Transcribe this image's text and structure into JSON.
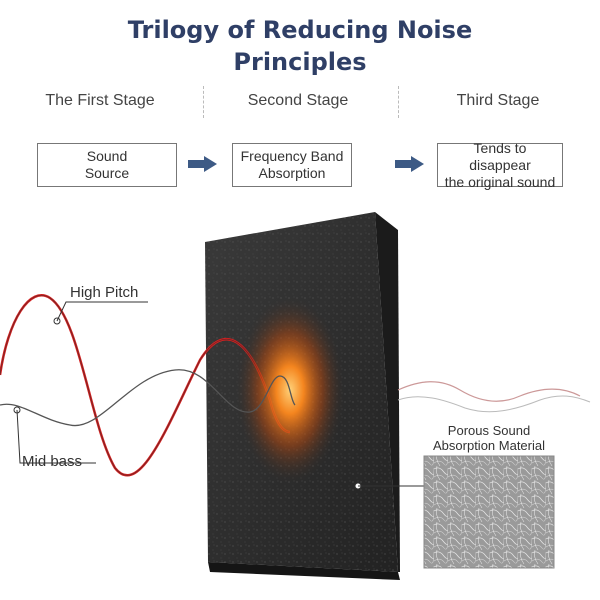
{
  "title": {
    "line1": "Trilogy of Reducing Noise",
    "line2": "Principles"
  },
  "stages": [
    {
      "heading": "The First Stage",
      "box_line1": "Sound",
      "box_line2": "Source"
    },
    {
      "heading": "Second Stage",
      "box_line1": "Frequency Band",
      "box_line2": "Absorption"
    },
    {
      "heading": "Third Stage",
      "box_line1": "Tends to disappear",
      "box_line2": "the original sound"
    }
  ],
  "labels": {
    "high_pitch": "High Pitch",
    "mid_bass": "Mid bass",
    "material_line1": "Porous Sound",
    "material_line2": "Absorption Material"
  },
  "colors": {
    "title": "#2f3f66",
    "arrow": "#3d5a85",
    "high_pitch_wave": "#d42020",
    "mid_bass_wave": "#555555",
    "panel": "#2b2b2b",
    "glow": "#ff8a1e"
  }
}
